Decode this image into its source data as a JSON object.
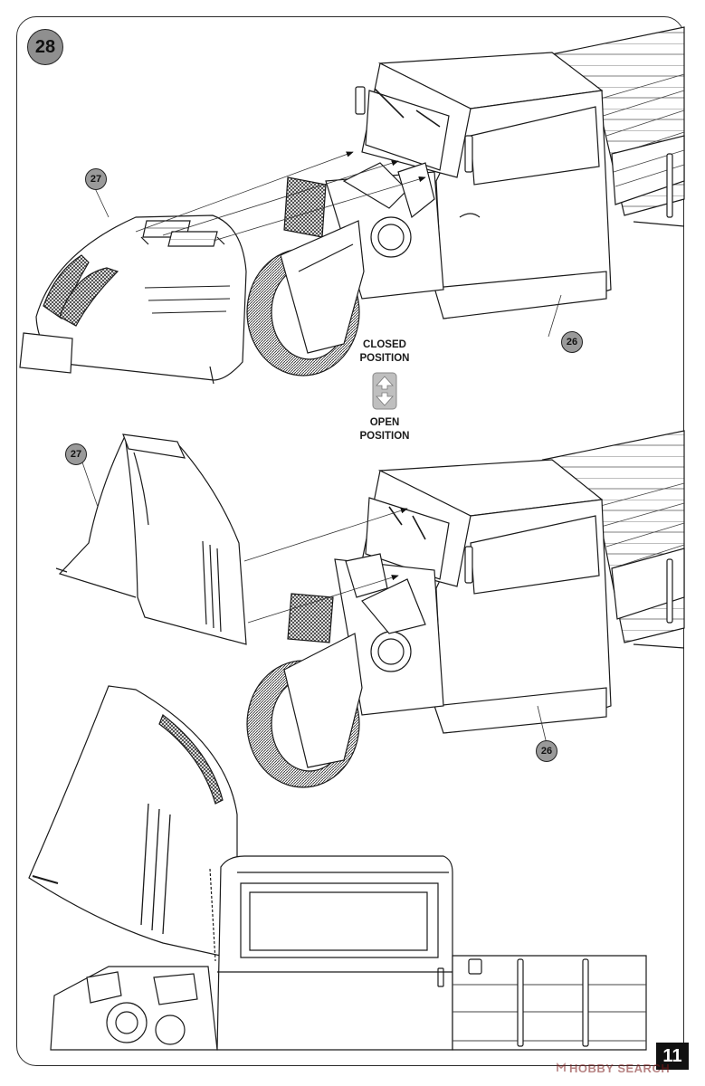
{
  "step": {
    "number": "28"
  },
  "parts": {
    "p27_top": "27",
    "p26_top": "26",
    "p27_mid": "27",
    "p26_mid": "26"
  },
  "positions": {
    "closed_line1": "CLOSED",
    "closed_line2": "POSITION",
    "open_line1": "OPEN",
    "open_line2": "POSITION"
  },
  "page": {
    "number": "11"
  },
  "watermark": {
    "text": "HOBBY SEARCH"
  },
  "icons": {
    "position_toggle": "up-down-arrows-icon",
    "watermark_logo": "hobby-search-logo-icon"
  },
  "colors": {
    "line": "#1a1a1a",
    "badge_fill": "#9a9a9a",
    "mesh": "#444444",
    "page_tab": "#111111"
  }
}
